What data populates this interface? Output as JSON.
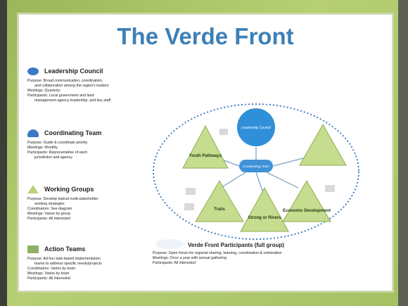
{
  "title": "The Verde Front",
  "sections": [
    {
      "icon": "blue-oval-icon",
      "title": "Leadership Council",
      "lines": [
        "Purpose: Broad communication, coordination,",
        "and collaboration among the region's leaders",
        "Meetings: Quarterly",
        "Participants: Local government and land",
        "management agency leadership, and key staff"
      ]
    },
    {
      "icon": "blue-cap-icon",
      "title": "Coordinating Team",
      "lines": [
        "Purpose: Guide & coordinate priority",
        "Meetings: Monthly",
        "Participants: Representative of each",
        "jurisdiction and agency"
      ]
    },
    {
      "icon": "green-triangle-icon",
      "title": "Working Groups",
      "lines": [
        "Purpose: Develop topical multi-stakeholder",
        "working strategies",
        "Coordinators: See diagram",
        "Meetings: Varies by group",
        "Participants: All interested"
      ]
    },
    {
      "icon": "green-square-icon",
      "title": "Action Teams",
      "lines": [
        "Purpose: Ad hoc task-based implementation",
        "teams to address specific needs/projects",
        "Coordinators: Varies by team",
        "Meetings: Varies by team",
        "Participants: All interested"
      ]
    }
  ],
  "diagram": {
    "center_top": "Leadership Council",
    "center_hub": "Coordinating Team",
    "groups": [
      "Youth Pathways",
      "Trails",
      "Strong or Rivers",
      "Economic Development"
    ]
  },
  "participants": {
    "title": "Verde Front Participants (full group)",
    "lines": [
      "Purpose: Open forum for regional sharing, learning, coordination & celebration",
      "Meetings: Once a year with annual gathering",
      "Participants: All interested"
    ]
  }
}
